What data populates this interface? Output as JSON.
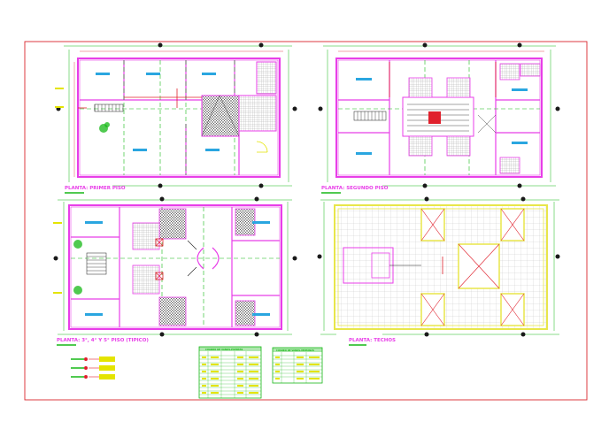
{
  "sheet": {
    "background": "#ffffff",
    "frame_color": "#d9262c"
  },
  "plans": [
    {
      "id": "plan-first-floor",
      "title": "PLANTA: PRIMER PISO"
    },
    {
      "id": "plan-second-floor",
      "title": "PLANTA: SEGUNDO PISO"
    },
    {
      "id": "plan-typical-floor",
      "title": "PLANTA: 3°, 4° Y 5° PISO (TIPICO)"
    },
    {
      "id": "plan-roof",
      "title": "PLANTA: TECHOS"
    }
  ],
  "schedules": [
    {
      "id": "door-schedule",
      "title": "CUADRO DE VANOS-PUERTAS"
    },
    {
      "id": "window-schedule",
      "title": "CUADRO DE VANOS-VENTANAS"
    }
  ],
  "colors": {
    "wall": "#e83ee8",
    "axis": "#16b816",
    "dim": "#e0202c",
    "label": "#e4e400",
    "furniture": "#2aa6e0",
    "roof_tile": "#e8e64a",
    "dark": "#1a1a1a"
  }
}
